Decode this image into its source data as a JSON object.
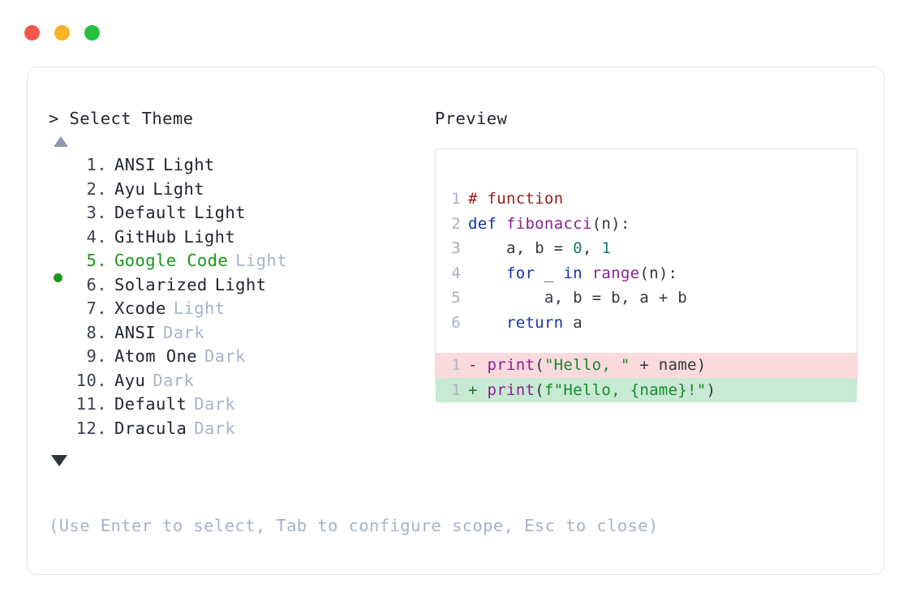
{
  "window": {
    "dots": [
      {
        "name": "close-dot",
        "color": "#f4564d"
      },
      {
        "name": "minimize-dot",
        "color": "#f7b425"
      },
      {
        "name": "maximize-dot",
        "color": "#22c13e"
      }
    ]
  },
  "picker": {
    "prompt": "> Select Theme",
    "scroll_up_icon": "triangle-up-icon",
    "scroll_down_icon": "triangle-down-icon",
    "selected_index": 5,
    "selected_bullet": "●",
    "accent_color": "#1a9618",
    "muted_color": "#aab4c6",
    "items": [
      {
        "index": "1.",
        "name": "ANSI",
        "suffix": "Light",
        "suffix_muted": false,
        "selected": false
      },
      {
        "index": "2.",
        "name": "Ayu",
        "suffix": "Light",
        "suffix_muted": false,
        "selected": false
      },
      {
        "index": "3.",
        "name": "Default",
        "suffix": "Light",
        "suffix_muted": false,
        "selected": false
      },
      {
        "index": "4.",
        "name": "GitHub",
        "suffix": "Light",
        "suffix_muted": false,
        "selected": false
      },
      {
        "index": "5.",
        "name": "Google Code",
        "suffix": "Light",
        "suffix_muted": true,
        "selected": true
      },
      {
        "index": "6.",
        "name": "Solarized",
        "suffix": "Light",
        "suffix_muted": false,
        "selected": false
      },
      {
        "index": "7.",
        "name": "Xcode",
        "suffix": "Light",
        "suffix_muted": true,
        "selected": false
      },
      {
        "index": "8.",
        "name": "ANSI",
        "suffix": "Dark",
        "suffix_muted": true,
        "selected": false
      },
      {
        "index": "9.",
        "name": "Atom One",
        "suffix": "Dark",
        "suffix_muted": true,
        "selected": false
      },
      {
        "index": "10.",
        "name": "Ayu",
        "suffix": "Dark",
        "suffix_muted": true,
        "selected": false
      },
      {
        "index": "11.",
        "name": "Default",
        "suffix": "Dark",
        "suffix_muted": true,
        "selected": false
      },
      {
        "index": "12.",
        "name": "Dracula",
        "suffix": "Dark",
        "suffix_muted": true,
        "selected": false
      }
    ],
    "hint": "(Use Enter to select, Tab to configure scope, Esc to close)"
  },
  "preview": {
    "title": "Preview",
    "code_lines": [
      {
        "gutter": "1",
        "tokens": [
          {
            "t": "# function",
            "c": "tk-comment"
          }
        ]
      },
      {
        "gutter": "2",
        "tokens": [
          {
            "t": "def ",
            "c": "tk-kw"
          },
          {
            "t": "fibonacci",
            "c": "tk-fn"
          },
          {
            "t": "(n):",
            "c": "tk-plain"
          }
        ]
      },
      {
        "gutter": "3",
        "tokens": [
          {
            "t": "    a, b = ",
            "c": "tk-plain"
          },
          {
            "t": "0",
            "c": "tk-num"
          },
          {
            "t": ", ",
            "c": "tk-plain"
          },
          {
            "t": "1",
            "c": "tk-num"
          }
        ]
      },
      {
        "gutter": "4",
        "tokens": [
          {
            "t": "    ",
            "c": "tk-plain"
          },
          {
            "t": "for",
            "c": "tk-kw"
          },
          {
            "t": " _ ",
            "c": "tk-plain"
          },
          {
            "t": "in",
            "c": "tk-kw"
          },
          {
            "t": " ",
            "c": "tk-plain"
          },
          {
            "t": "range",
            "c": "tk-fn"
          },
          {
            "t": "(n):",
            "c": "tk-plain"
          }
        ]
      },
      {
        "gutter": "5",
        "tokens": [
          {
            "t": "        a, b = b, a + b",
            "c": "tk-plain"
          }
        ]
      },
      {
        "gutter": "6",
        "tokens": [
          {
            "t": "    ",
            "c": "tk-plain"
          },
          {
            "t": "return",
            "c": "tk-kw"
          },
          {
            "t": " a",
            "c": "tk-plain"
          }
        ]
      }
    ],
    "diff_lines": [
      {
        "gutter": "1",
        "kind": "del",
        "tokens": [
          {
            "t": "- ",
            "c": "tk-mark-del"
          },
          {
            "t": "print",
            "c": "tk-fn"
          },
          {
            "t": "(",
            "c": "tk-plain"
          },
          {
            "t": "\"Hello, \"",
            "c": "tk-str"
          },
          {
            "t": " + name)",
            "c": "tk-plain"
          }
        ]
      },
      {
        "gutter": "1",
        "kind": "add",
        "tokens": [
          {
            "t": "+ ",
            "c": "tk-mark-add"
          },
          {
            "t": "print",
            "c": "tk-fn"
          },
          {
            "t": "(",
            "c": "tk-plain"
          },
          {
            "t": "f\"Hello, {name}!\"",
            "c": "tk-str"
          },
          {
            "t": ")",
            "c": "tk-plain"
          }
        ]
      }
    ],
    "diff_del_bg": "#fadadd",
    "diff_add_bg": "#c8e9d4"
  }
}
